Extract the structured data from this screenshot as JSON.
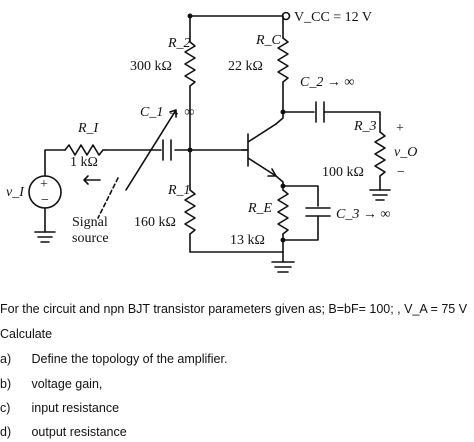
{
  "circuit": {
    "vcc_label": "V_CC = 12 V",
    "r2_name": "R_2",
    "r2_value": "300 kΩ",
    "rc_name": "R_C",
    "rc_value": "22 kΩ",
    "c2_label": "C_2 → ∞",
    "c1_label": "C_1 → ∞",
    "ri_name": "R_I",
    "ri_value": "1 kΩ",
    "r3_name": "R_3",
    "r3_value": "100 kΩ",
    "vo_label": "v_O",
    "vo_plus": "+",
    "vo_minus": "−",
    "r1_name": "R_1",
    "r1_value": "160 kΩ",
    "re_name": "R_E",
    "re_value": "13 kΩ",
    "c3_label": "C_3 → ∞",
    "vi_label": "v_I",
    "source_line1": "Signal",
    "source_line2": "source"
  },
  "question": {
    "intro": "For the circuit and npn BJT transistor parameters given as; B=bF= 100; , V_A = 75 V",
    "calculate": "Calculate",
    "items": [
      {
        "marker": "a)",
        "text": "Define the topology of the amplifier."
      },
      {
        "marker": "b)",
        "text": "voltage gain,"
      },
      {
        "marker": "c)",
        "text": "input resistance"
      },
      {
        "marker": "d)",
        "text": "output resistance"
      }
    ]
  }
}
